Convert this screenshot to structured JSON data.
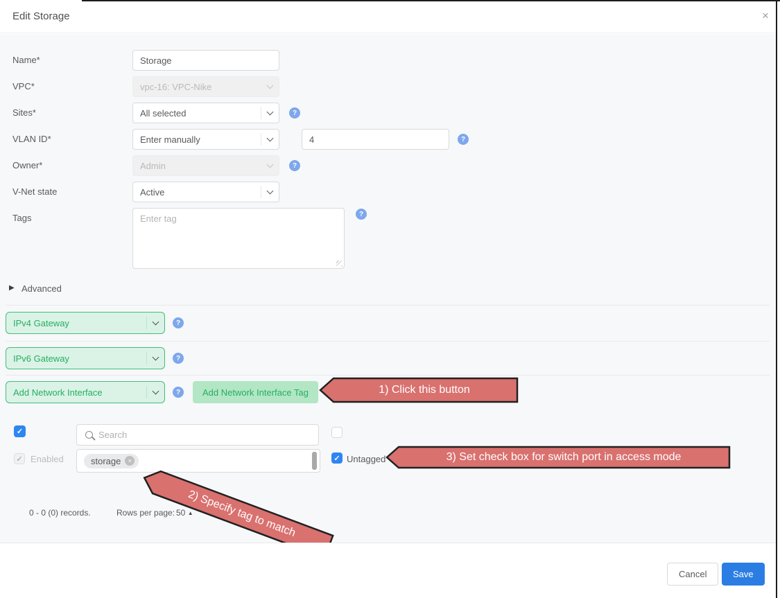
{
  "header": {
    "title": "Edit Storage"
  },
  "icons": {
    "close": "×",
    "help": "?",
    "check": "✓",
    "advanced_caret": "▶",
    "sort_asc": "▲",
    "chip_remove": "×"
  },
  "form": {
    "name": {
      "label": "Name*",
      "value": "Storage"
    },
    "vpc": {
      "label": "VPC*",
      "value": "vpc-16: VPC-Nike"
    },
    "sites": {
      "label": "Sites*",
      "value": "All selected"
    },
    "vlan": {
      "label": "VLAN ID*",
      "mode": "Enter manually",
      "value": "4"
    },
    "owner": {
      "label": "Owner*",
      "value": "Admin"
    },
    "vnet_state": {
      "label": "V-Net state",
      "value": "Active"
    },
    "tags": {
      "label": "Tags",
      "placeholder": "Enter tag"
    },
    "advanced_label": "Advanced"
  },
  "gateways": {
    "ipv4_label": "IPv4 Gateway",
    "ipv6_label": "IPv6 Gateway",
    "add_interface_label": "Add Network Interface",
    "add_interface_tag_button": "Add Network Interface Tag"
  },
  "ports_table": {
    "search_placeholder": "Search",
    "enabled_label": "Enabled",
    "tag_chip": "storage",
    "untagged_label": "Untagged",
    "records_text": "0 - 0 (0) records.",
    "rows_per_page_label": "Rows per page:",
    "rows_per_page_value": "50"
  },
  "annotations": {
    "step1": "1) Click this button",
    "step2": "2) Specify tag to match",
    "step3": "3) Set check box for switch port in access mode"
  },
  "footer": {
    "cancel": "Cancel",
    "save": "Save"
  },
  "colors": {
    "accent_blue": "#2e86f0",
    "help_blue": "#7ea7ec",
    "green_text": "#27ae60",
    "green_bg": "#daf3e6",
    "green_border": "#41bd7b",
    "green_button_bg": "#b2e6c5",
    "annotation_red": "#d9716f",
    "annotation_border": "#212121",
    "save_blue": "#2b7de3"
  }
}
